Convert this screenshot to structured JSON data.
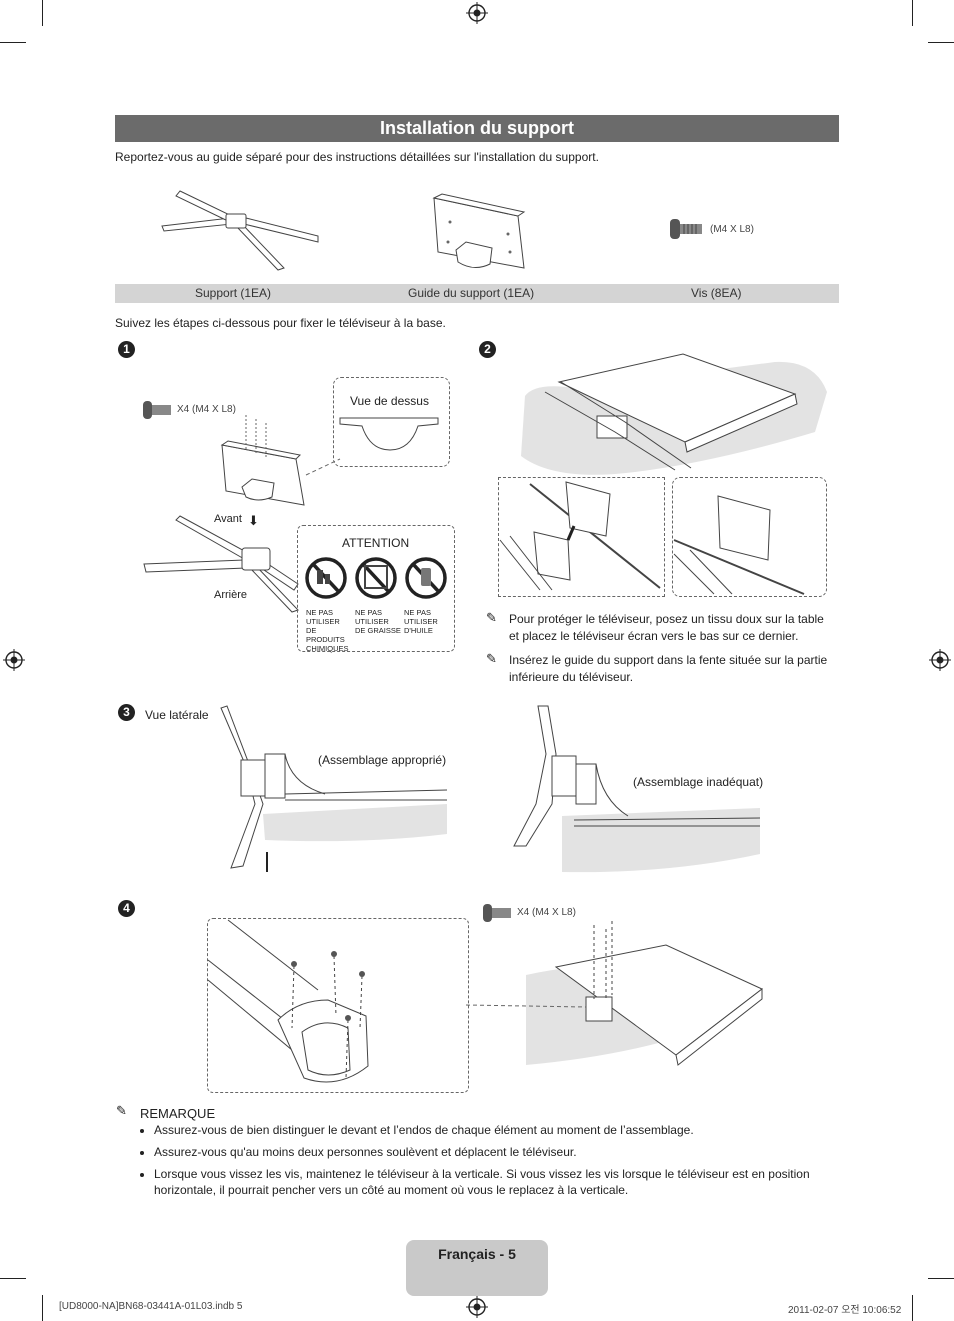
{
  "title": "Installation du support",
  "intro": "Reportez-vous au guide séparé pour des instructions détaillées sur l'installation du support.",
  "parts": {
    "screw_spec": "(M4 X L8)",
    "labels": [
      "Support (1EA)",
      "Guide du support (1EA)",
      "Vis (8EA)"
    ]
  },
  "steps_intro": "Suivez les étapes ci-dessous pour fixer le téléviseur à la base.",
  "steps": [
    "1",
    "2",
    "3",
    "4"
  ],
  "step1": {
    "screw_label": "X4 (M4 X L8)",
    "top_view": "Vue de dessus",
    "front": "Avant",
    "back": "Arrière",
    "attention": "ATTENTION",
    "warnings": [
      "NE PAS UTILISER DE PRODUITS CHIMIQUES",
      "NE PAS UTILISER DE GRAISSE",
      "NE PAS UTILISER D'HUILE"
    ]
  },
  "step2": {
    "notes": [
      "Pour protéger le téléviseur, posez un tissu doux sur la table et placez le téléviseur écran vers le bas sur ce dernier.",
      "Insérez le guide du support dans la fente située sur la partie inférieure du téléviseur."
    ]
  },
  "step3": {
    "side_view": "Vue latérale",
    "correct": "(Assemblage approprié)",
    "incorrect": "(Assemblage inadéquat)"
  },
  "step4": {
    "screw_label": "X4 (M4 X L8)"
  },
  "remark": {
    "heading": "REMARQUE",
    "items": [
      "Assurez-vous de bien distinguer le devant et l’endos de chaque élément au moment de l’assemblage.",
      "Assurez-vous qu'au moins deux personnes soulèvent et déplacent le téléviseur.",
      "Lorsque vous vissez les vis, maintenez le téléviseur à la verticale. Si vous vissez les vis lorsque le téléviseur est en position horizontale, il pourrait pencher vers un côté au moment où vous le replacez à la verticale."
    ]
  },
  "footer": {
    "page": "Français - 5",
    "file": "[UD8000-NA]BN68-03441A-01L03.indb   5",
    "timestamp": "2011-02-07   오전 10:06:52"
  }
}
